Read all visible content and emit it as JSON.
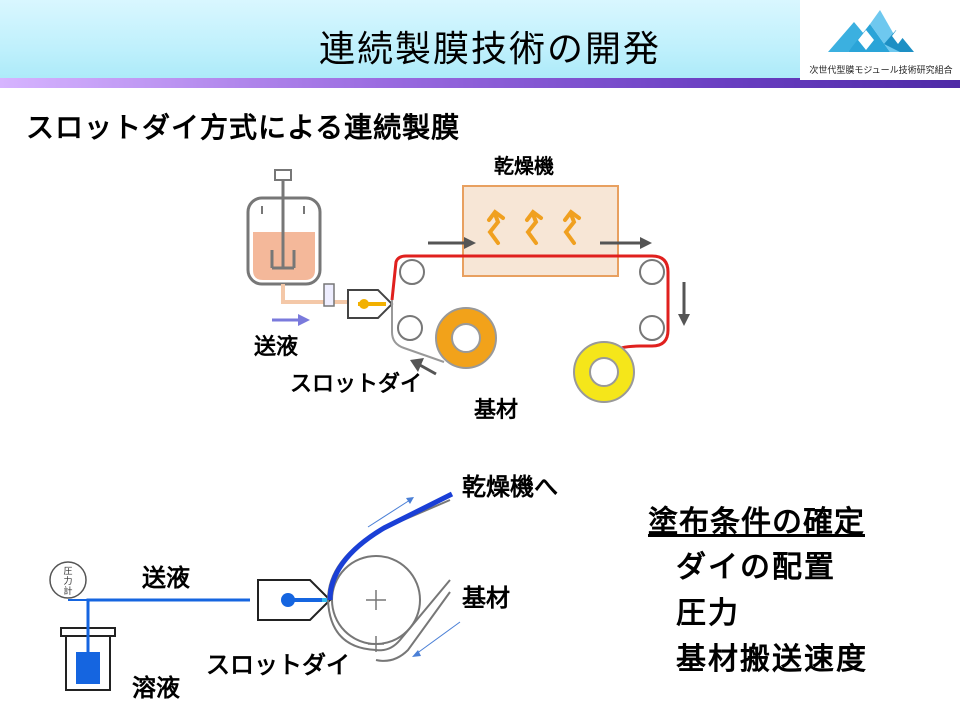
{
  "header": {
    "title": "連続製膜技術の開発",
    "logo_caption": "次世代型膜モジュール技術研究組合"
  },
  "subtitle": "スロットダイ方式による連続製膜",
  "diagram_top": {
    "dryer_label": "乾燥機",
    "feed_label": "送液",
    "die_label": "スロットダイ",
    "substrate_label": "基材"
  },
  "diagram_bottom": {
    "to_dryer_label": "乾燥機へ",
    "feed_label": "送液",
    "substrate_label": "基材",
    "die_label": "スロットダイ",
    "solution_label": "溶液",
    "pressure_gauge_label": "圧力計"
  },
  "conditions": {
    "heading": "塗布条件の確定",
    "items": [
      "ダイの配置",
      "圧力",
      "基材搬送速度"
    ]
  },
  "colors": {
    "header_bg": "#bff0fc",
    "accent_purple": "#6a3fc2",
    "film_red": "#e0201e",
    "coating_blue": "#1a3fd6",
    "roll_orange": "#f2a21a",
    "roll_yellow": "#f5e61a",
    "dryer_border": "#e8a060",
    "heat_arrow": "#f0a020"
  }
}
